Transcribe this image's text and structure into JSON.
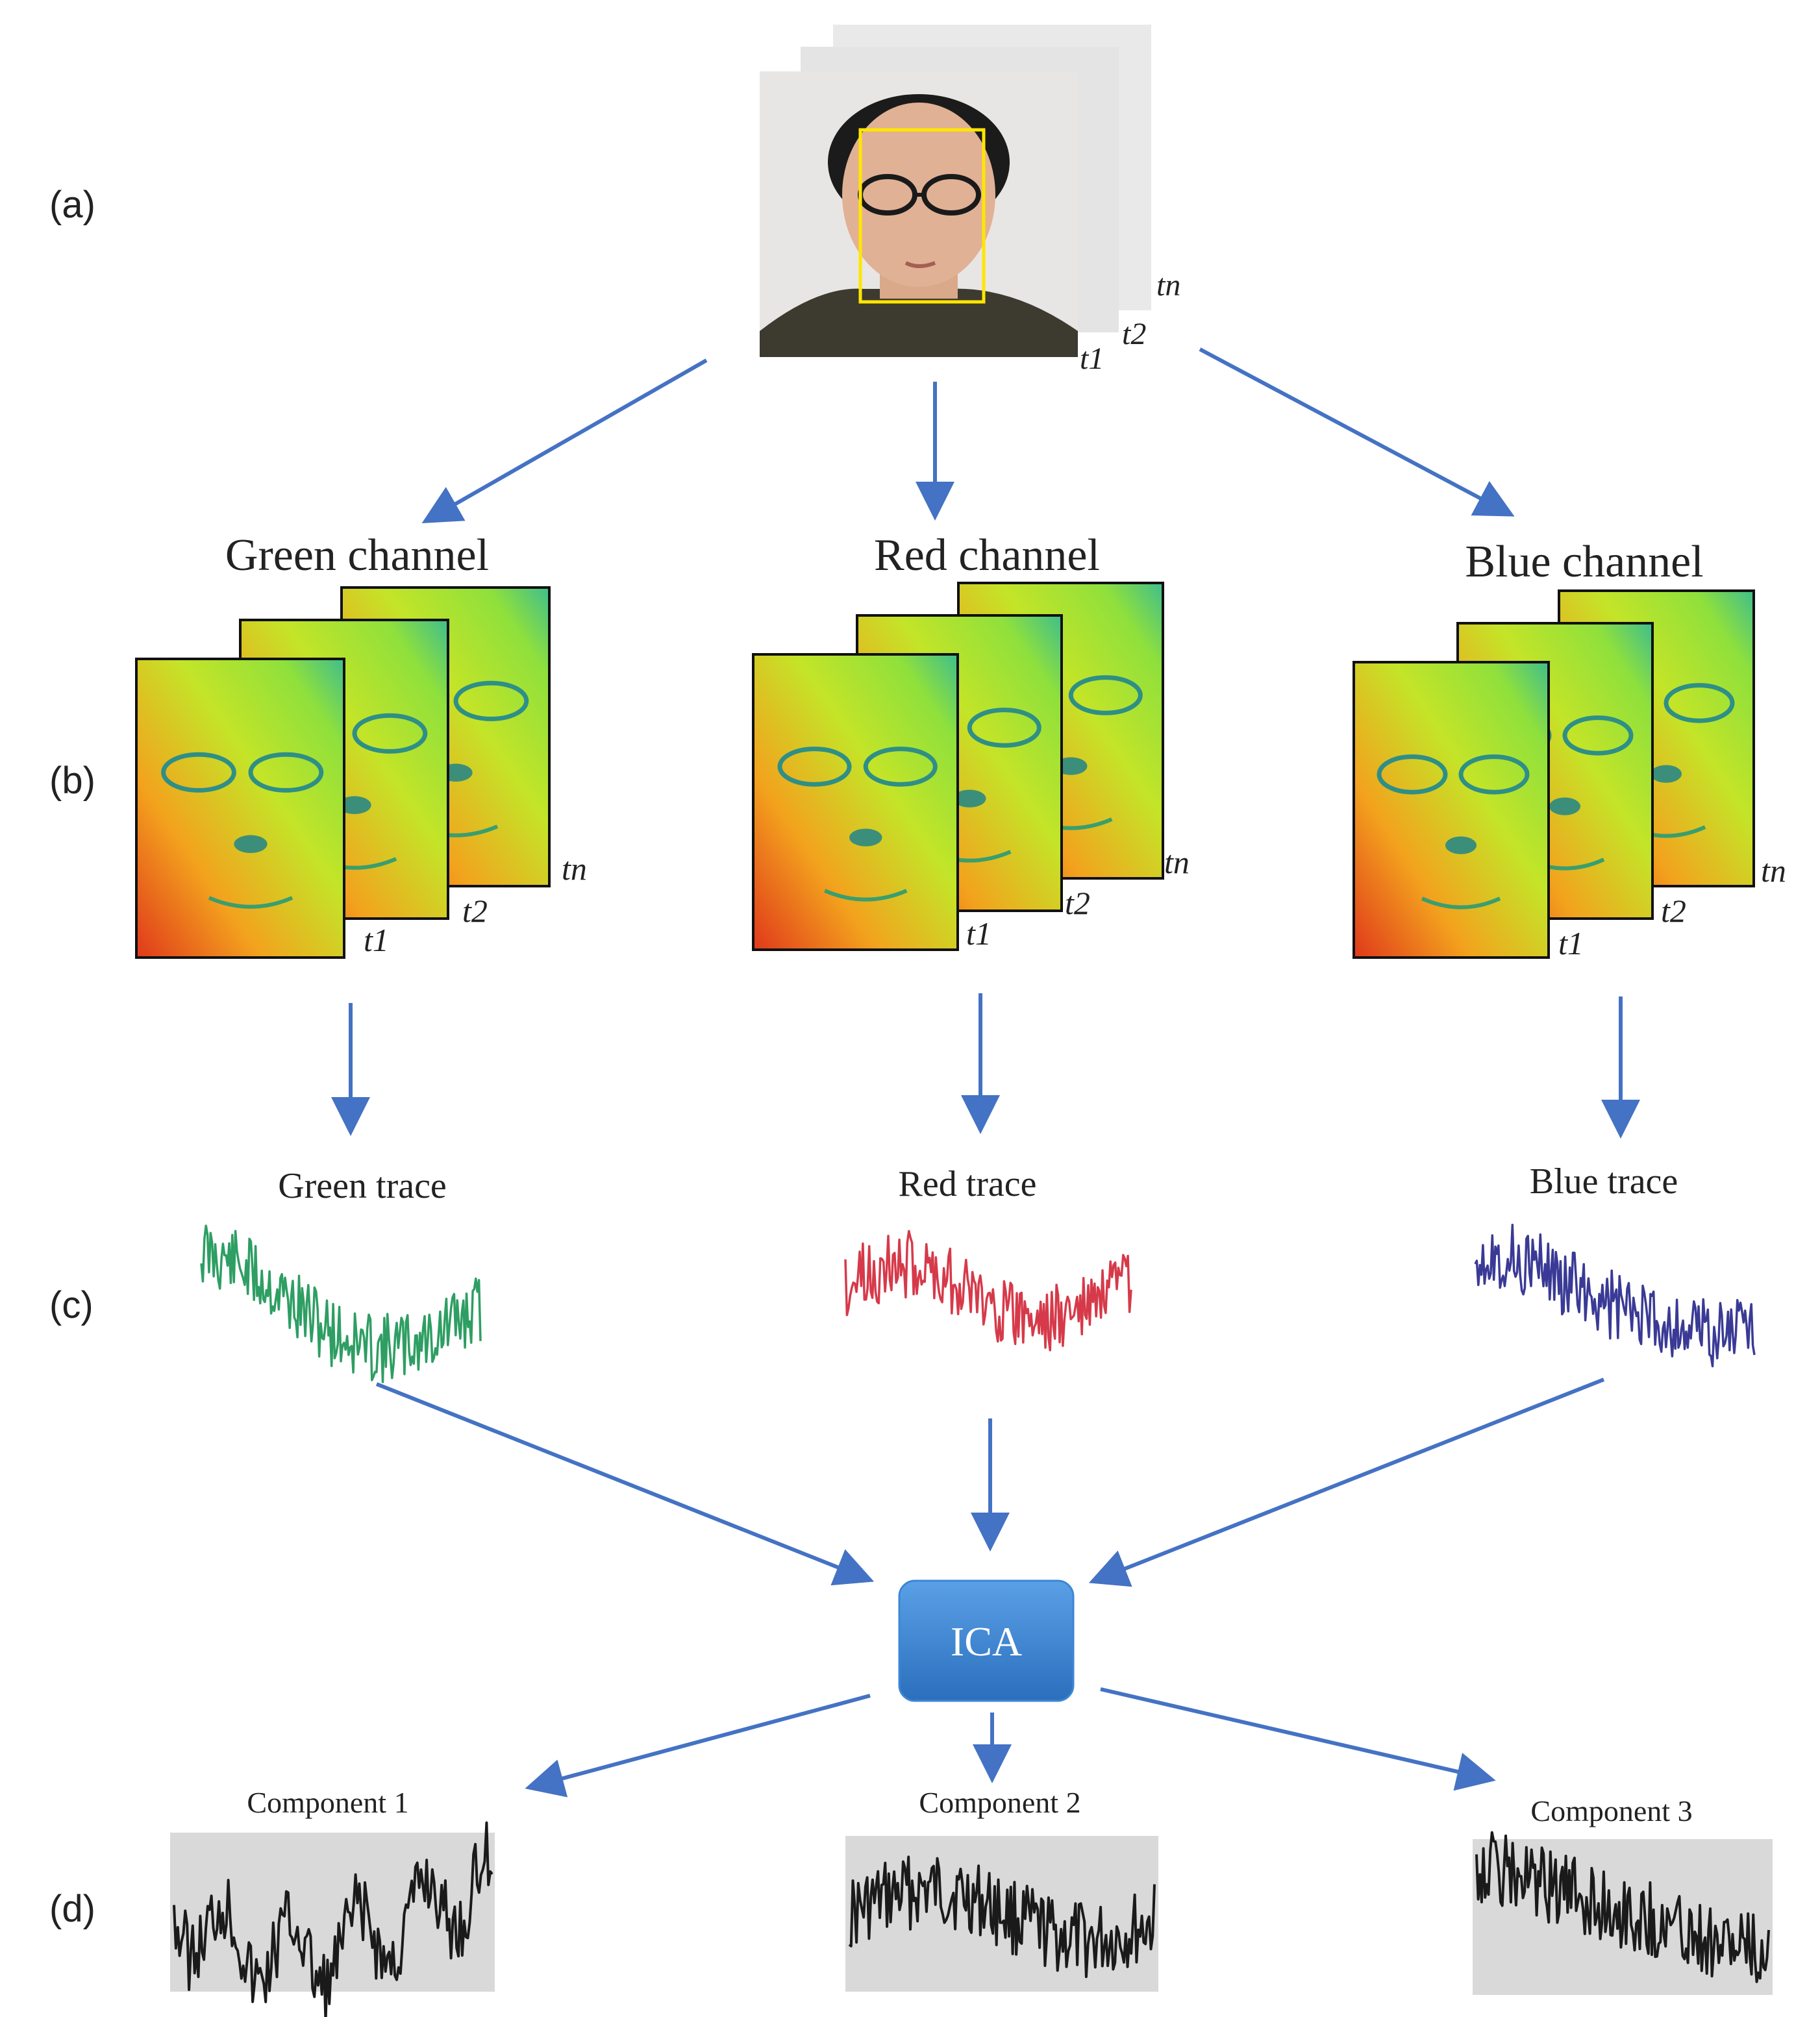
{
  "rows": [
    "(a)",
    "(b)",
    "(c)",
    "(d)"
  ],
  "time_labels": {
    "first": "t1",
    "second": "t2",
    "last": "tn"
  },
  "channels": [
    {
      "label": "Green channel",
      "trace_label": "Green trace",
      "trace_color": "#2e9e63"
    },
    {
      "label": "Red channel",
      "trace_label": "Red trace",
      "trace_color": "#d63a4a"
    },
    {
      "label": "Blue channel",
      "trace_label": "Blue trace",
      "trace_color": "#3a3a96"
    }
  ],
  "ica": {
    "label": "ICA"
  },
  "components": [
    {
      "label": "Component 1"
    },
    {
      "label": "Component 2"
    },
    {
      "label": "Component 3"
    }
  ],
  "colors": {
    "arrow": "#4472c4",
    "roi_box": "#ffe600",
    "ica_box": "#3d86d6",
    "component_bg": "#d9d9d9",
    "component_trace": "#1a1a1a"
  }
}
